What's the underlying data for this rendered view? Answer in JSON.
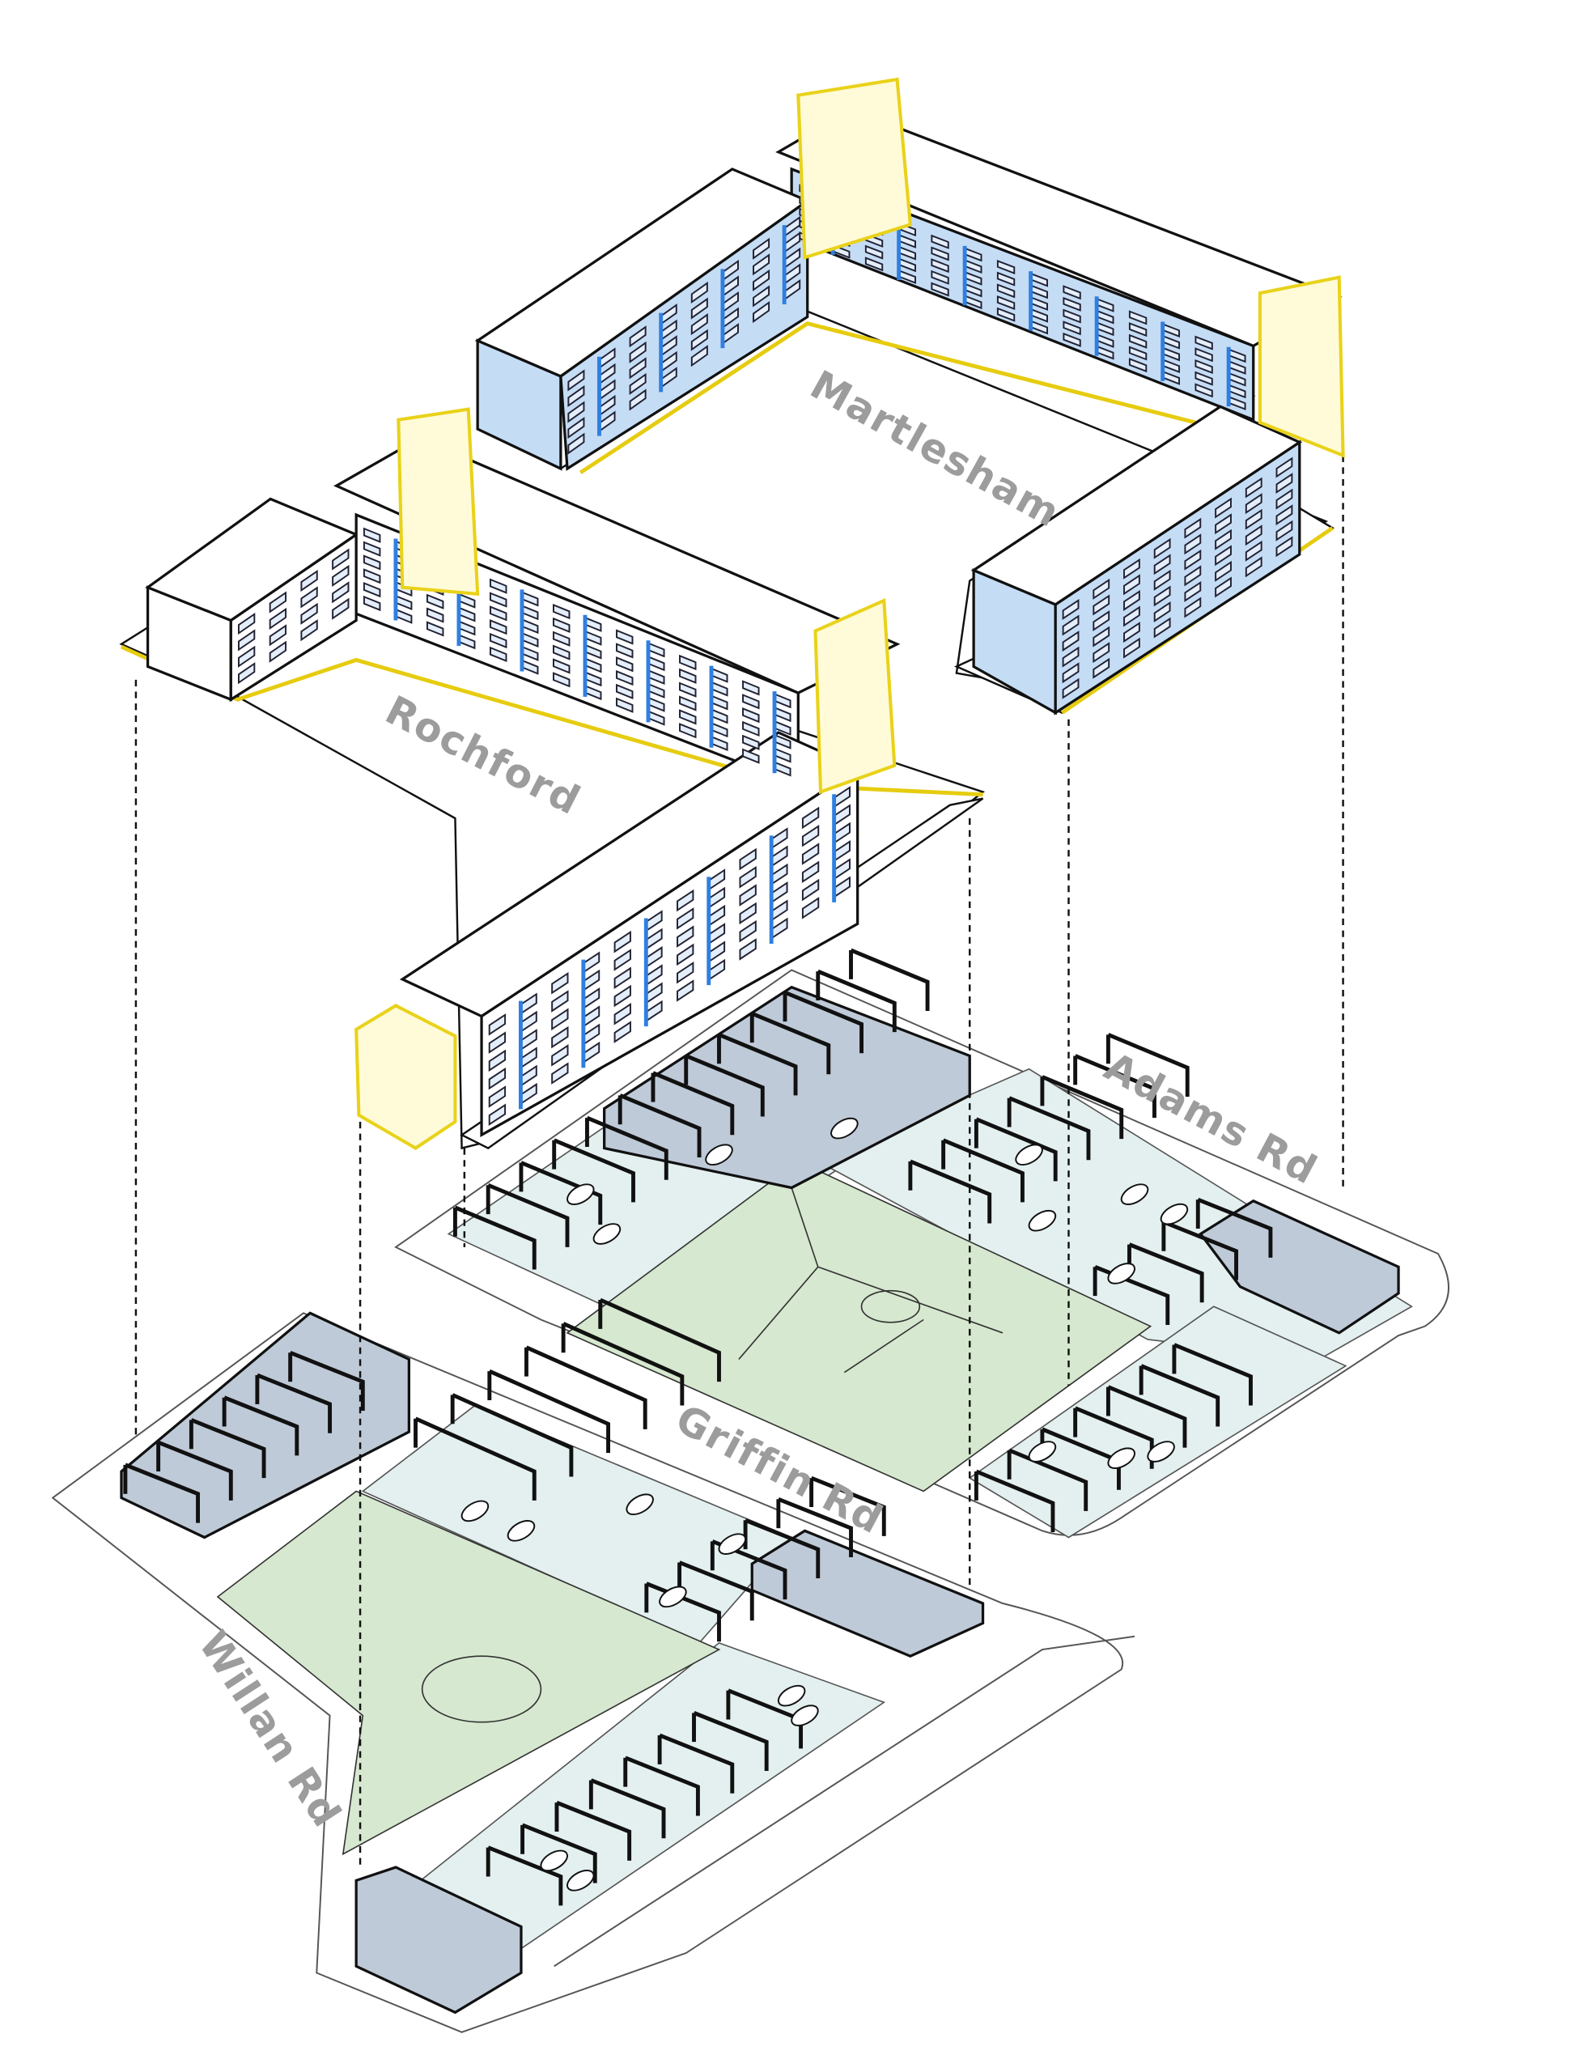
{
  "diagram": {
    "title": "Exploded axonometric site diagram",
    "buildings": [
      {
        "id": "martlesham",
        "label": "Martlesham"
      },
      {
        "id": "rochford",
        "label": "Rochford"
      }
    ],
    "roads": [
      {
        "id": "adams",
        "label": "Adams Rd"
      },
      {
        "id": "griffin",
        "label": "Griffin Rd"
      },
      {
        "id": "willan",
        "label": "Willan Rd"
      }
    ],
    "colors": {
      "facade_blue": "#c5dcf5",
      "core_yellow": "#e9d21a",
      "lawn_green": "#d6e8cf",
      "parking_tint": "#e3f0ef",
      "label_gray": "#9c9c9c"
    }
  }
}
